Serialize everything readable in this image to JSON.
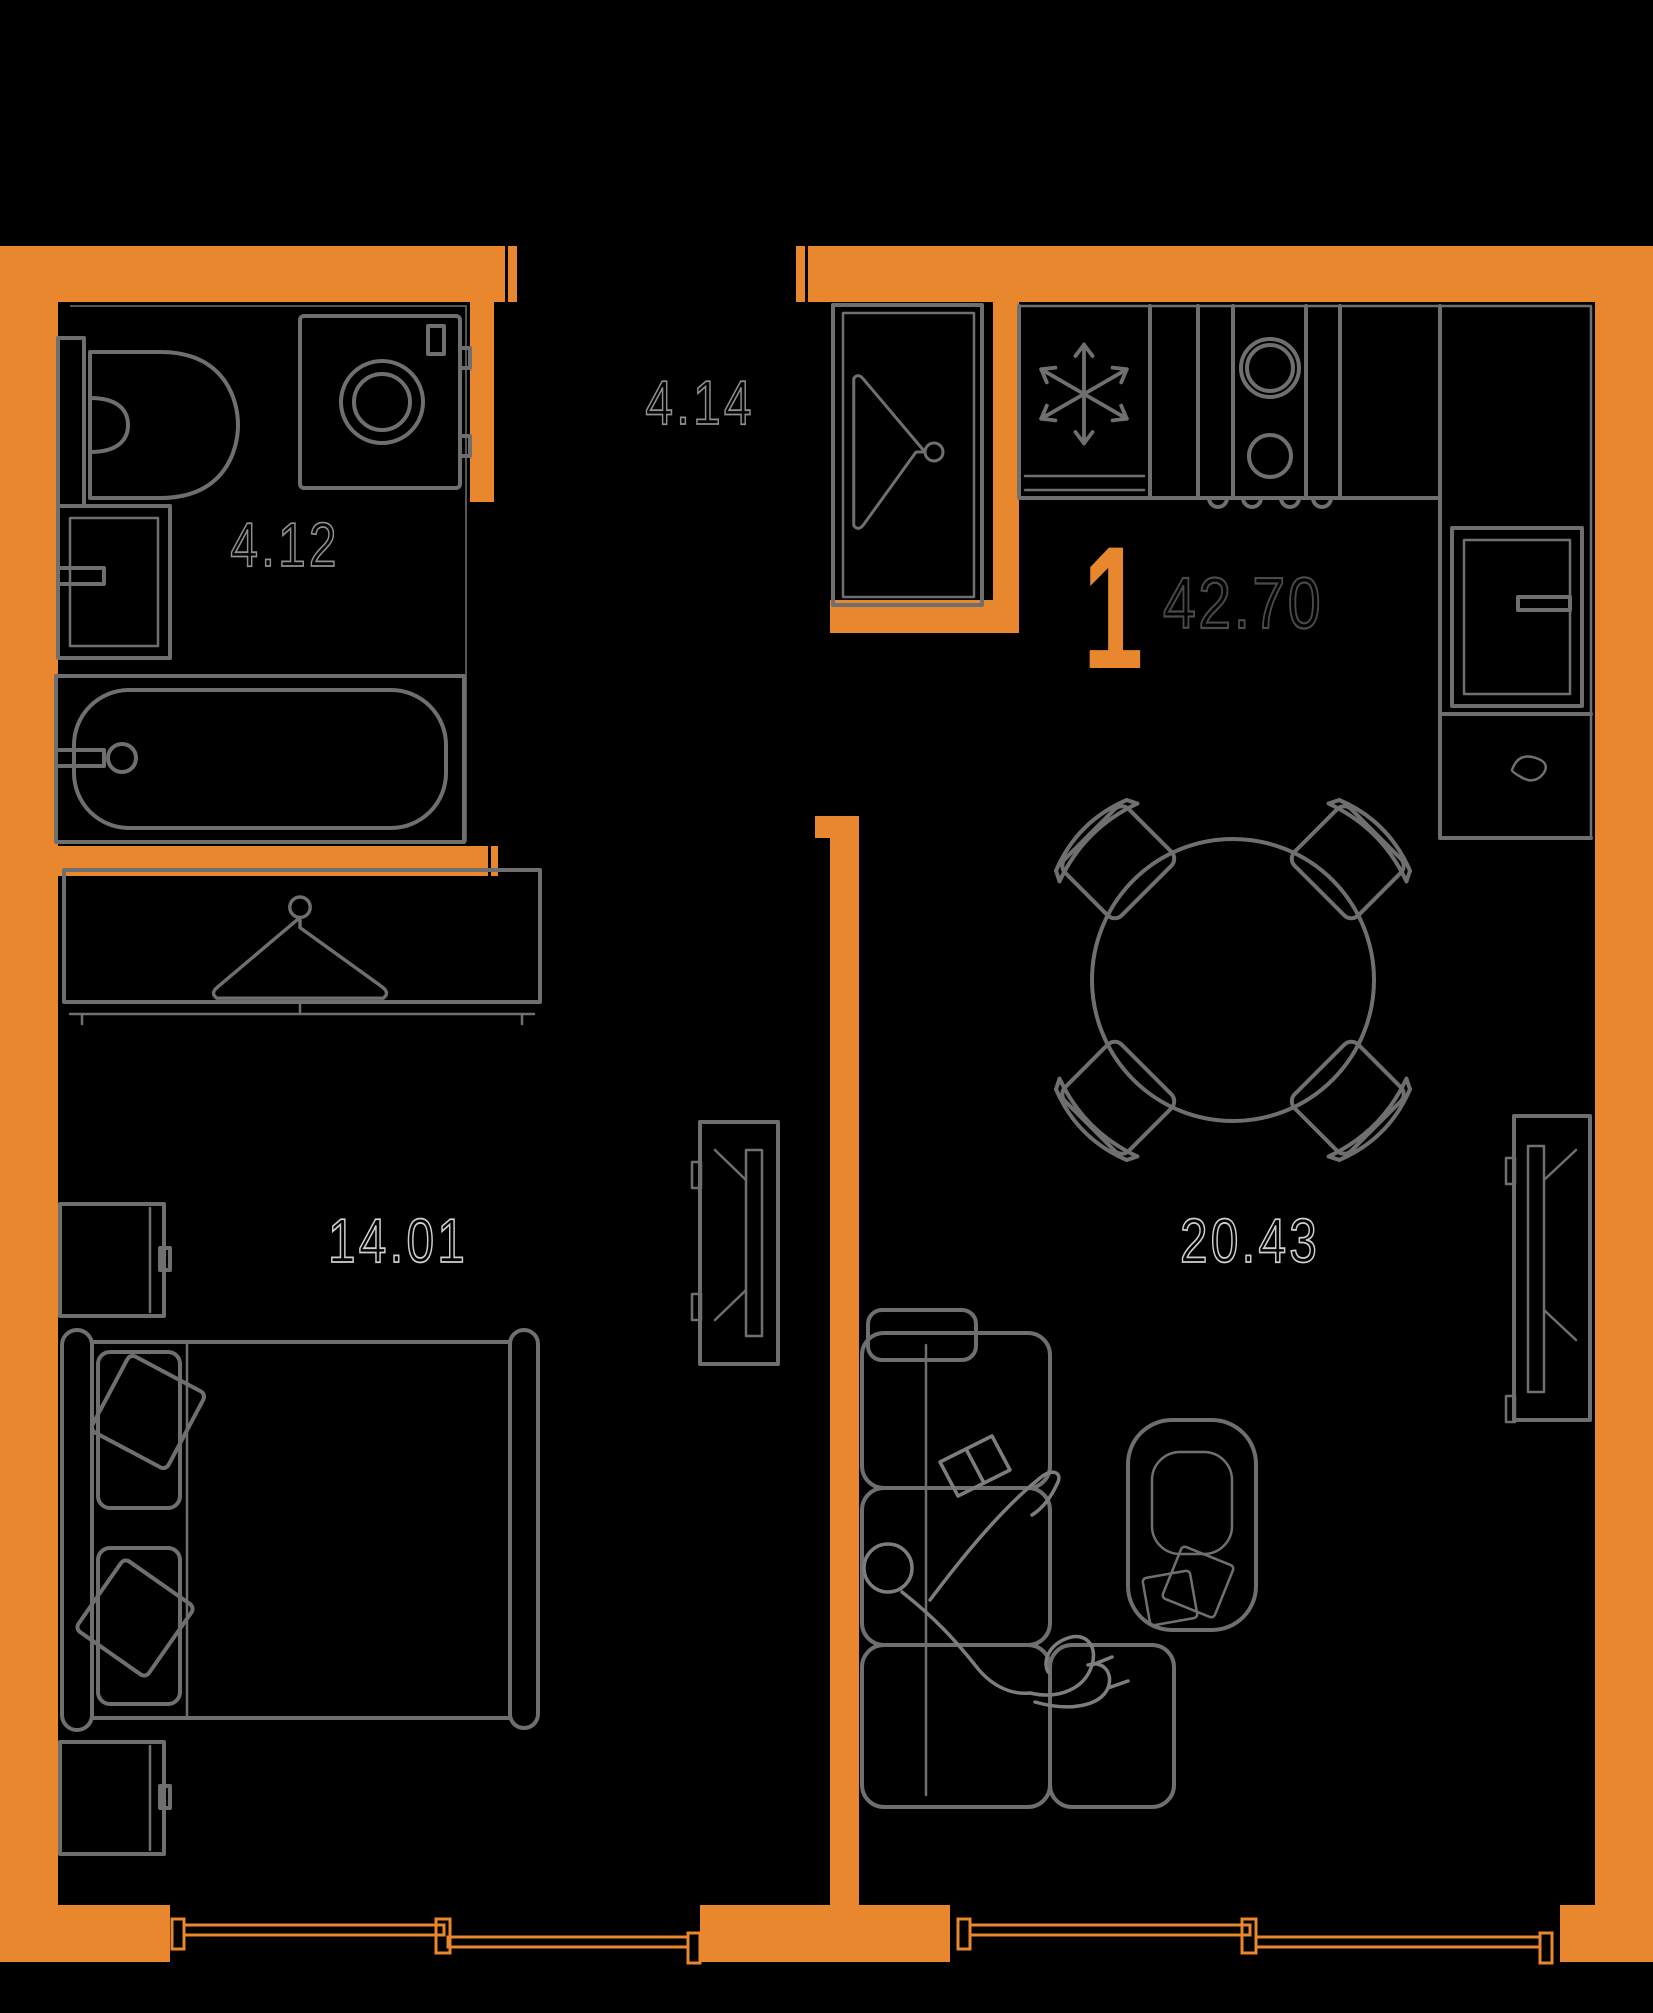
{
  "plan": {
    "apartment_number": "1",
    "total_area": "42.70",
    "rooms": [
      {
        "name": "bathroom",
        "area": "4.12"
      },
      {
        "name": "hallway",
        "area": "4.14"
      },
      {
        "name": "bedroom",
        "area": "14.01"
      },
      {
        "name": "living-kitchen",
        "area": "20.43"
      }
    ],
    "colors": {
      "wall": "#E8872E",
      "background": "#000000",
      "furniture": "#6F6F6F",
      "furniture_light": "#7D7D7D",
      "room_label": "#CFCFCF",
      "room_label_dim": "#8F8F8F",
      "area_label": "#4A4A4A"
    },
    "icons": [
      {
        "name": "snowflake-icon",
        "meaning": "refrigerator"
      },
      {
        "name": "hanger-icon",
        "meaning": "wardrobe"
      }
    ]
  }
}
